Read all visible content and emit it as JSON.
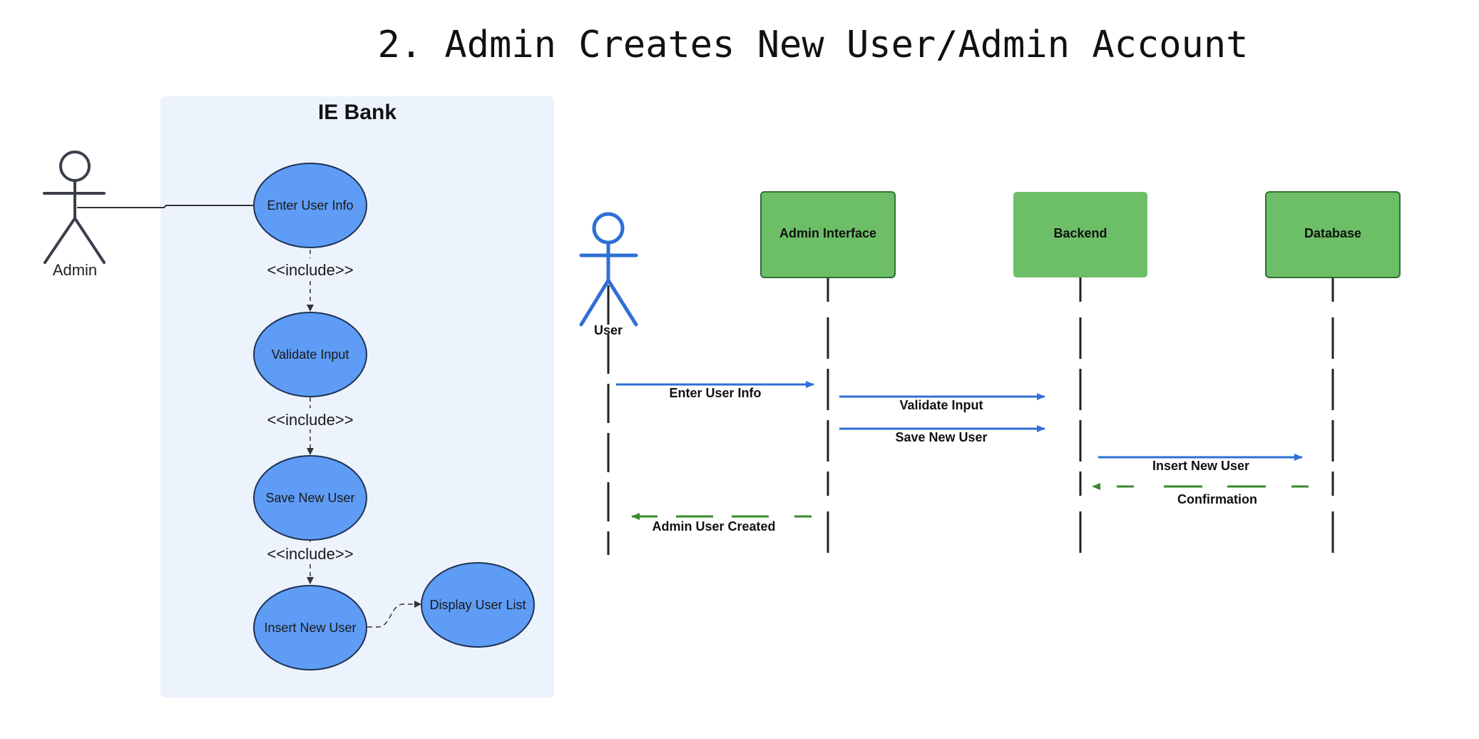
{
  "title": "2. Admin Creates New User/Admin Account",
  "use_case": {
    "system_title": "IE Bank",
    "actor": "Admin",
    "use_cases": [
      "Enter User Info",
      "Validate Input",
      "Save New User",
      "Insert New User",
      "Display User List"
    ],
    "include_label": "<<include>>"
  },
  "sequence": {
    "actor": "User",
    "participants": [
      "Admin Interface",
      "Backend",
      "Database"
    ],
    "messages": [
      {
        "label": "Enter User Info",
        "from": "User",
        "to": "Admin Interface",
        "kind": "sync"
      },
      {
        "label": "Validate Input",
        "from": "Admin Interface",
        "to": "Backend",
        "kind": "sync"
      },
      {
        "label": "Save New User",
        "from": "Admin Interface",
        "to": "Backend",
        "kind": "sync"
      },
      {
        "label": "Insert New User",
        "from": "Backend",
        "to": "Database",
        "kind": "sync"
      },
      {
        "label": "Confirmation",
        "from": "Database",
        "to": "Backend",
        "kind": "return"
      },
      {
        "label": "Admin User Created",
        "from": "Admin Interface",
        "to": "User",
        "kind": "return"
      }
    ]
  },
  "colors": {
    "system_bg": "#edf3fd",
    "use_case_fill": "#5e9cf5",
    "use_case_stroke": "#1e3355",
    "participant_fill": "#6dbf67",
    "participant_stroke": "#2f6f32",
    "call_arrow": "#2f6fd6",
    "return_arrow": "#3a8a2e",
    "actor_dark": "#3a3f4a",
    "actor_blue": "#2f6fd6"
  }
}
